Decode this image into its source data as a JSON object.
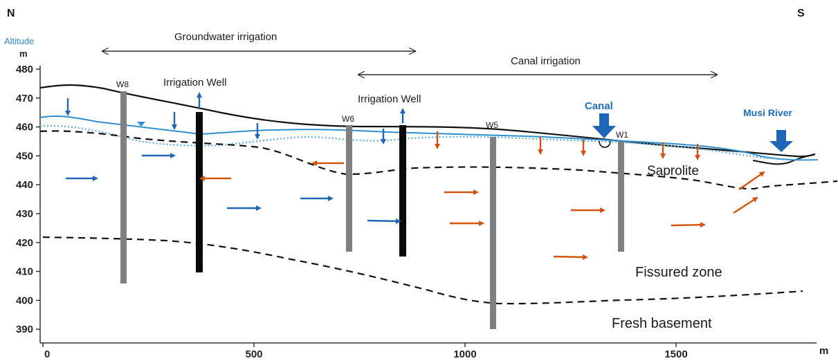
{
  "orientation": {
    "north": "N",
    "south": "S"
  },
  "axes": {
    "y_title": "Altitude",
    "y_unit": "m",
    "x_unit": "m",
    "y_ticks": [
      "480",
      "470",
      "460",
      "450",
      "440",
      "430",
      "420",
      "410",
      "400",
      "390"
    ],
    "x_ticks": [
      "0",
      "500",
      "1000",
      "1500"
    ]
  },
  "zones": {
    "groundwater_irrigation": "Groundwater irrigation",
    "canal_irrigation": "Canal irrigation"
  },
  "labels": {
    "irrigation_well_1": "Irrigation Well",
    "irrigation_well_2": "Irrigation Well",
    "canal": "Canal",
    "river": "Musi River",
    "saprolite": "Saprolite",
    "fissured_zone": "Fissured zone",
    "fresh_basement": "Fresh basement"
  },
  "wells": [
    {
      "name": "W8",
      "x_m": 195,
      "top_m": 472,
      "bottom_m": 405
    },
    {
      "name": "W6",
      "x_m": 735,
      "top_m": 457,
      "bottom_m": 417
    },
    {
      "name": "W5",
      "x_m": 1070,
      "top_m": 457,
      "bottom_m": 389
    },
    {
      "name": "W1",
      "x_m": 1375,
      "top_m": 455,
      "bottom_m": 417
    }
  ],
  "colors": {
    "ground": "#111111",
    "water_table": "#2e8fd0",
    "water_table_dotted": "#5bb0e0",
    "blue_arrow": "#1d66b8",
    "orange_arrow": "#d35411",
    "observation_well": "#808080",
    "irrigation_well": "#0a0a0a",
    "label_blue": "#1d6fbf"
  }
}
